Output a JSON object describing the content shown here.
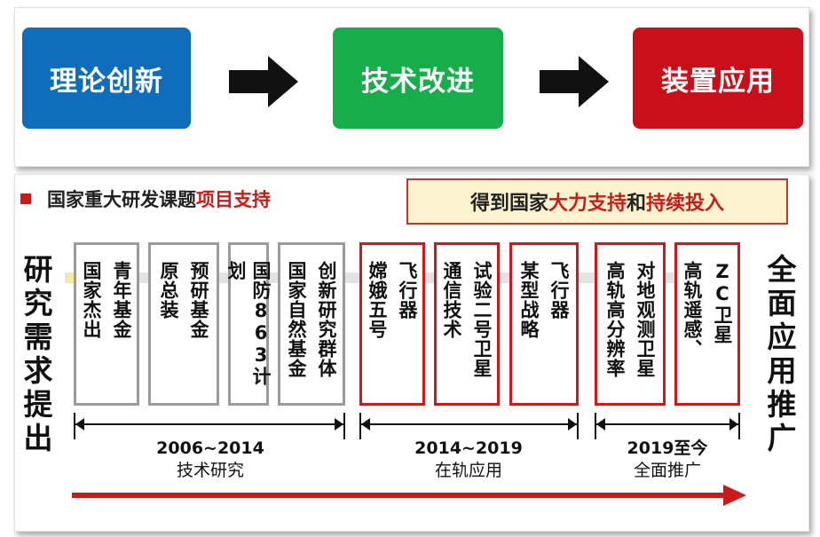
{
  "flow": {
    "stages": [
      "理论创新",
      "技术改进",
      "装置应用"
    ],
    "colors": {
      "stage1": "#0f6dbb",
      "stage2": "#16ad4a",
      "stage3": "#c9101a",
      "arrow": "#111111"
    }
  },
  "section": {
    "title_black": "国家重大研发课题",
    "title_red": "项目支持"
  },
  "callout": {
    "p1": "得到国家",
    "p2": "大力支持",
    "p3": "和",
    "p4": "持续投入"
  },
  "left_label": [
    "研",
    "究",
    "需",
    "求",
    "提",
    "出"
  ],
  "right_label": [
    "全",
    "面",
    "应",
    "用",
    "推",
    "广"
  ],
  "projects": [
    {
      "lines": [
        "青年基金",
        "国家杰出"
      ],
      "border": "grey"
    },
    {
      "lines": [
        "预研基金",
        "原总装"
      ],
      "border": "grey"
    },
    {
      "lines": [
        "国防863计划"
      ],
      "border": "grey"
    },
    {
      "lines": [
        "创新研究群体",
        "国家自然基金"
      ],
      "border": "grey"
    },
    {
      "lines": [
        "飞行器",
        "嫦娥五号"
      ],
      "border": "red"
    },
    {
      "lines": [
        "试验二号卫星",
        "通信技术"
      ],
      "border": "red"
    },
    {
      "lines": [
        "飞行器",
        "某型战略"
      ],
      "border": "red"
    },
    {
      "lines": [
        "对地观测卫星",
        "高轨高分辨率"
      ],
      "border": "red"
    },
    {
      "lines": [
        "ZC卫星",
        "高轨遥感、"
      ],
      "border": "red"
    }
  ],
  "periods": [
    {
      "years": "2006~2014",
      "name": "技术研究"
    },
    {
      "years": "2014~2019",
      "name": "在轨应用"
    },
    {
      "years": "2019至今",
      "name": "全面推广"
    }
  ],
  "timeline_color": "#cc1a1a"
}
